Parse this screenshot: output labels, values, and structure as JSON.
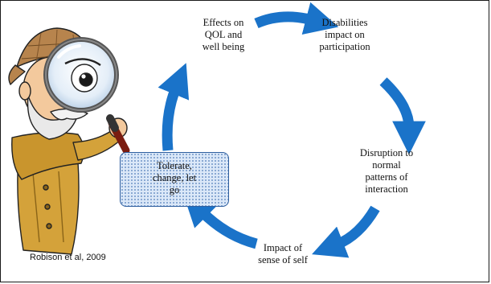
{
  "diagram": {
    "nodes": {
      "effects": "Effects on\nQOL and\nwell being",
      "disabilities": "Disabilities\nimpact on\nparticipation",
      "disruption": "Disruption to\nnormal\npatterns of\ninteraction",
      "impact": "Impact of\nsense of self"
    },
    "center": "Tolerate,\nchange, let\ngo",
    "citation": "Robison et al, 2009"
  },
  "colors": {
    "arrow": "#1a73c9",
    "box_border": "#2f5f9f",
    "box_fill": "#dbe8f8"
  },
  "illustration": "detective-with-magnifying-glass"
}
